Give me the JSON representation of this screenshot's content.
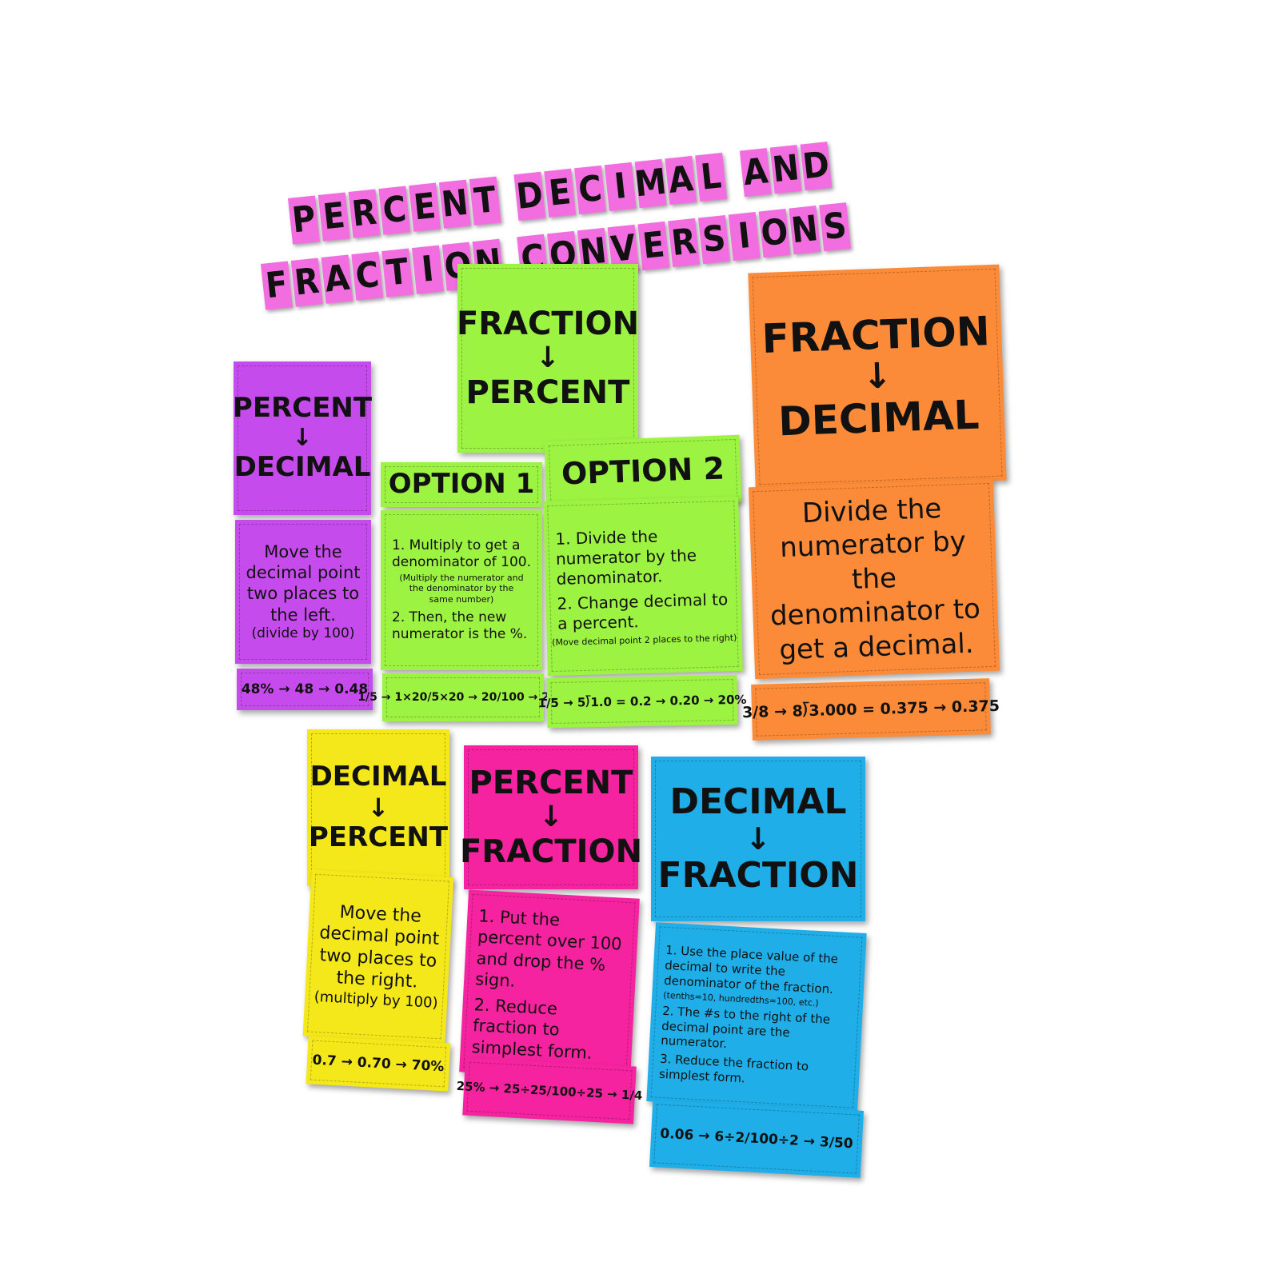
{
  "title": {
    "line1": [
      "P",
      "E",
      "R",
      "C",
      "E",
      "N",
      "T",
      " ",
      "D",
      "E",
      "C",
      "I",
      "M",
      "A",
      "L",
      " ",
      "A",
      "N",
      "D"
    ],
    "line2": [
      "F",
      "R",
      "A",
      "C",
      "T",
      "I",
      "O",
      "N",
      " ",
      "C",
      "O",
      "N",
      "V",
      "E",
      "R",
      "S",
      "I",
      "O",
      "N",
      "S"
    ]
  },
  "percent_to_decimal": {
    "from": "PERCENT",
    "to": "DECIMAL",
    "rule": "Move the decimal point two places to the left.",
    "note": "(divide by 100)",
    "example": "48% → 48 → 0.48"
  },
  "fraction_to_percent": {
    "from": "FRACTION",
    "to": "PERCENT",
    "option1": {
      "label": "OPTION 1",
      "step1": "1. Multiply to get a denominator of 100.",
      "step1_note": "(Multiply the numerator and the denominator by the same number)",
      "step2": "2. Then, the new numerator is the %.",
      "example": "1/5 → 1×20/5×20 → 20/100 → 20%"
    },
    "option2": {
      "label": "OPTION 2",
      "step1": "1. Divide the numerator by the denominator.",
      "step2": "2. Change decimal to a percent.",
      "step2_note": "(Move decimal point 2 places to the right)",
      "example": "1/5 → 5⟌1.0 = 0.2 → 0.20 → 20%"
    }
  },
  "fraction_to_decimal": {
    "from": "FRACTION",
    "to": "DECIMAL",
    "rule": "Divide the numerator by the denominator to get a decimal.",
    "example": "3/8 → 8⟌3.000 = 0.375 → 0.375"
  },
  "decimal_to_percent": {
    "from": "DECIMAL",
    "to": "PERCENT",
    "rule": "Move the decimal point two places to the right.",
    "note": "(multiply by 100)",
    "example": "0.7 → 0.70 → 70%"
  },
  "percent_to_fraction": {
    "from": "PERCENT",
    "to": "FRACTION",
    "step1": "1. Put the percent over 100 and drop the % sign.",
    "step2": "2. Reduce fraction to simplest form.",
    "example": "25% → 25÷25/100÷25 → 1/4"
  },
  "decimal_to_fraction": {
    "from": "DECIMAL",
    "to": "FRACTION",
    "step1": "1. Use the place value of the decimal to write the denominator of the fraction.",
    "step1_note": "(tenths=10, hundredths=100, etc.)",
    "step2": "2. The #s to the right of the decimal point are the numerator.",
    "step3": "3. Reduce the fraction to simplest form.",
    "example": "0.06 → 6÷2/100÷2 → 3/50"
  },
  "arrow_glyph": "↓",
  "colors": {
    "tile": "#f26ee0",
    "purple": "#c64bec",
    "green": "#9cf342",
    "orange": "#fb8b38",
    "yellow": "#f4e81a",
    "pink": "#f5239f",
    "blue": "#1faee8"
  }
}
